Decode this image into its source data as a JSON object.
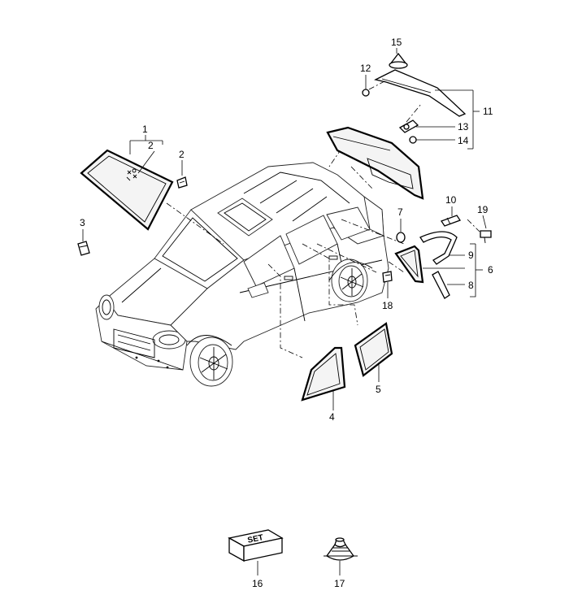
{
  "callouts": {
    "c1": "1",
    "c2a": "2",
    "c2b": "2",
    "c3": "3",
    "c4": "4",
    "c5": "5",
    "c6": "6",
    "c7": "7",
    "c8": "8",
    "c9": "9",
    "c10": "10",
    "c11": "11",
    "c12": "12",
    "c13": "13",
    "c14": "14",
    "c15": "15",
    "c16": "16",
    "c17": "17",
    "c18": "18",
    "c19": "19"
  },
  "set_box_label": "SET"
}
